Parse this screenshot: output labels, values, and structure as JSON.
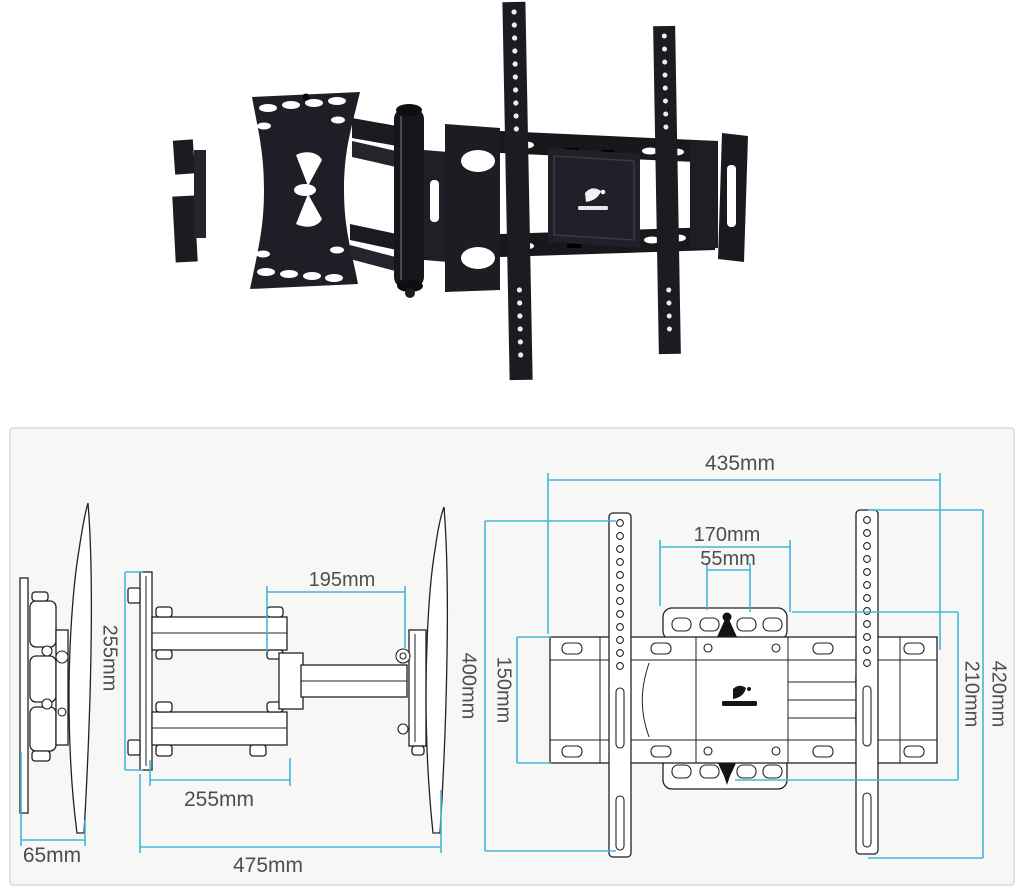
{
  "product": {
    "photo_alt": "black articulating full-motion TV wall mount bracket",
    "brand_logo": "emblem-mark"
  },
  "diagram": {
    "panel_background": "#f7f7f5",
    "colors": {
      "dimension_line": "#45b6da",
      "label_text": "#4e4e4e",
      "drawing_outline": "#222222"
    },
    "dimensions": {
      "side_folded": {
        "depth": "65mm"
      },
      "side_extended": {
        "plate_height": "255mm",
        "upper_arm_reach": "195mm",
        "folded_arm_width": "255mm",
        "full_extension": "475mm"
      },
      "front": {
        "overall_width": "435mm",
        "wall_plate_width": "170mm",
        "hole_spacing": "55mm",
        "vesa_vertical": "400mm",
        "bracket_height": "150mm",
        "plate_span": "210mm",
        "rail_length": "420mm"
      }
    }
  }
}
